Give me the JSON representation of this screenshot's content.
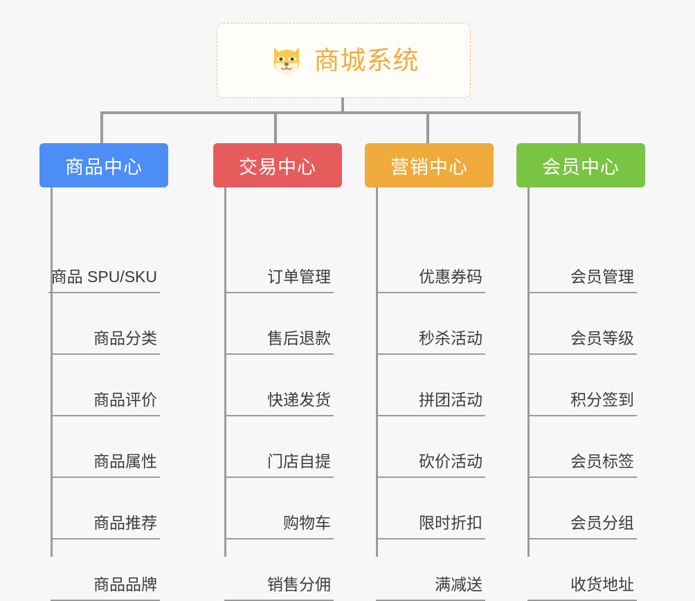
{
  "page": {
    "background_color": "#f7f7f7",
    "type": "mindmap"
  },
  "root": {
    "title": "商城系统",
    "icon": "shiba-dog-face-icon",
    "text_color": "#f0ad3c",
    "border_color": "#f0c070",
    "background_color": "#fffdf9"
  },
  "branches": [
    {
      "label": "商品中心",
      "color": "#4c8ef5",
      "items": [
        "商品 SPU/SKU",
        "商品分类",
        "商品评价",
        "商品属性",
        "商品推荐",
        "商品品牌"
      ]
    },
    {
      "label": "交易中心",
      "color": "#e65c5c",
      "items": [
        "订单管理",
        "售后退款",
        "快递发货",
        "门店自提",
        "购物车",
        "销售分佣"
      ]
    },
    {
      "label": "营销中心",
      "color": "#eeab3c",
      "items": [
        "优惠券码",
        "秒杀活动",
        "拼团活动",
        "砍价活动",
        "限时折扣",
        "满减送"
      ]
    },
    {
      "label": "会员中心",
      "color": "#79c442",
      "items": [
        "会员管理",
        "会员等级",
        "积分签到",
        "会员标签",
        "会员分组",
        "收货地址"
      ]
    }
  ],
  "connector": {
    "color": "#9a9a9a"
  }
}
